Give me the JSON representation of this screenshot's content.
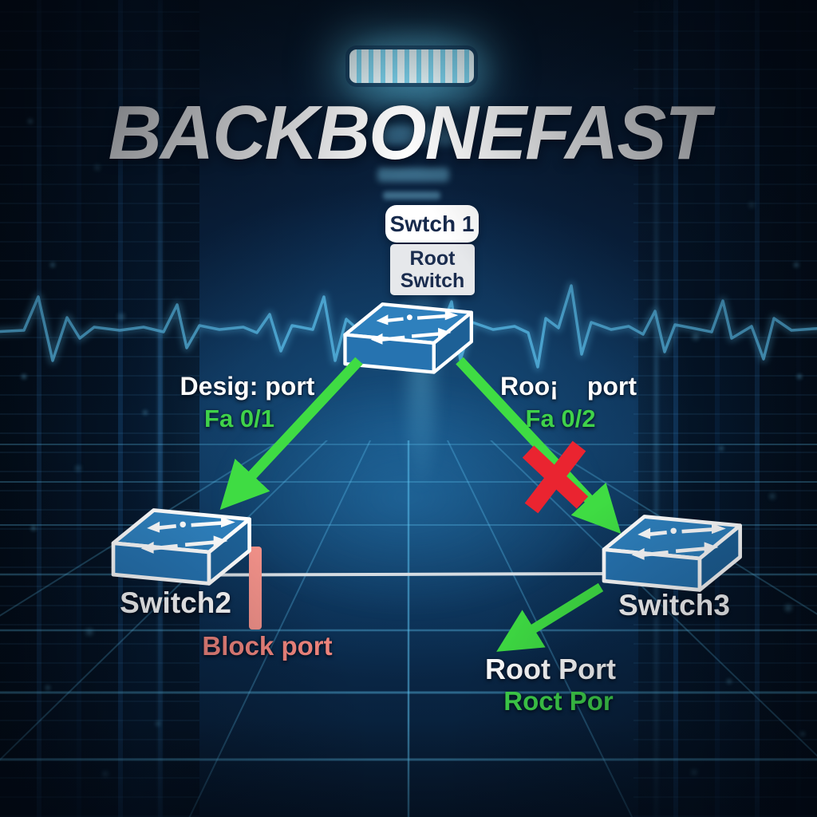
{
  "title": "BACKBONEFAST",
  "switch1": {
    "label": "Swtch 1",
    "role_line1": "Root",
    "role_line2": "Switch"
  },
  "switch2": {
    "label": "Switch2"
  },
  "switch3": {
    "label": "Switch3"
  },
  "links": {
    "designated": {
      "label": "Desig: port",
      "port": "Fa 0/1"
    },
    "root": {
      "word1": "Roo¡",
      "word2": "port",
      "port": "Fa 0/2"
    },
    "blocked": {
      "label": "Block port"
    },
    "root_port": {
      "label": "Root Port",
      "sublabel": "Roct Por"
    }
  },
  "colors": {
    "arrow_green": "#3fdc43",
    "port_text_green": "#3fd24a",
    "blocked_x_red": "#ea2430",
    "block_salmon": "#f2867e",
    "switch_top_blue": "#2e80bd",
    "switch_front_blue": "#2673b0",
    "switch_side_blue": "#1d6096",
    "badge_text_navy": "#16294b",
    "link_line_gray": "#d5dce2",
    "waveform_blue": "#58b9e6",
    "background_navy": "#0a2440",
    "title_white": "#ffffff"
  }
}
